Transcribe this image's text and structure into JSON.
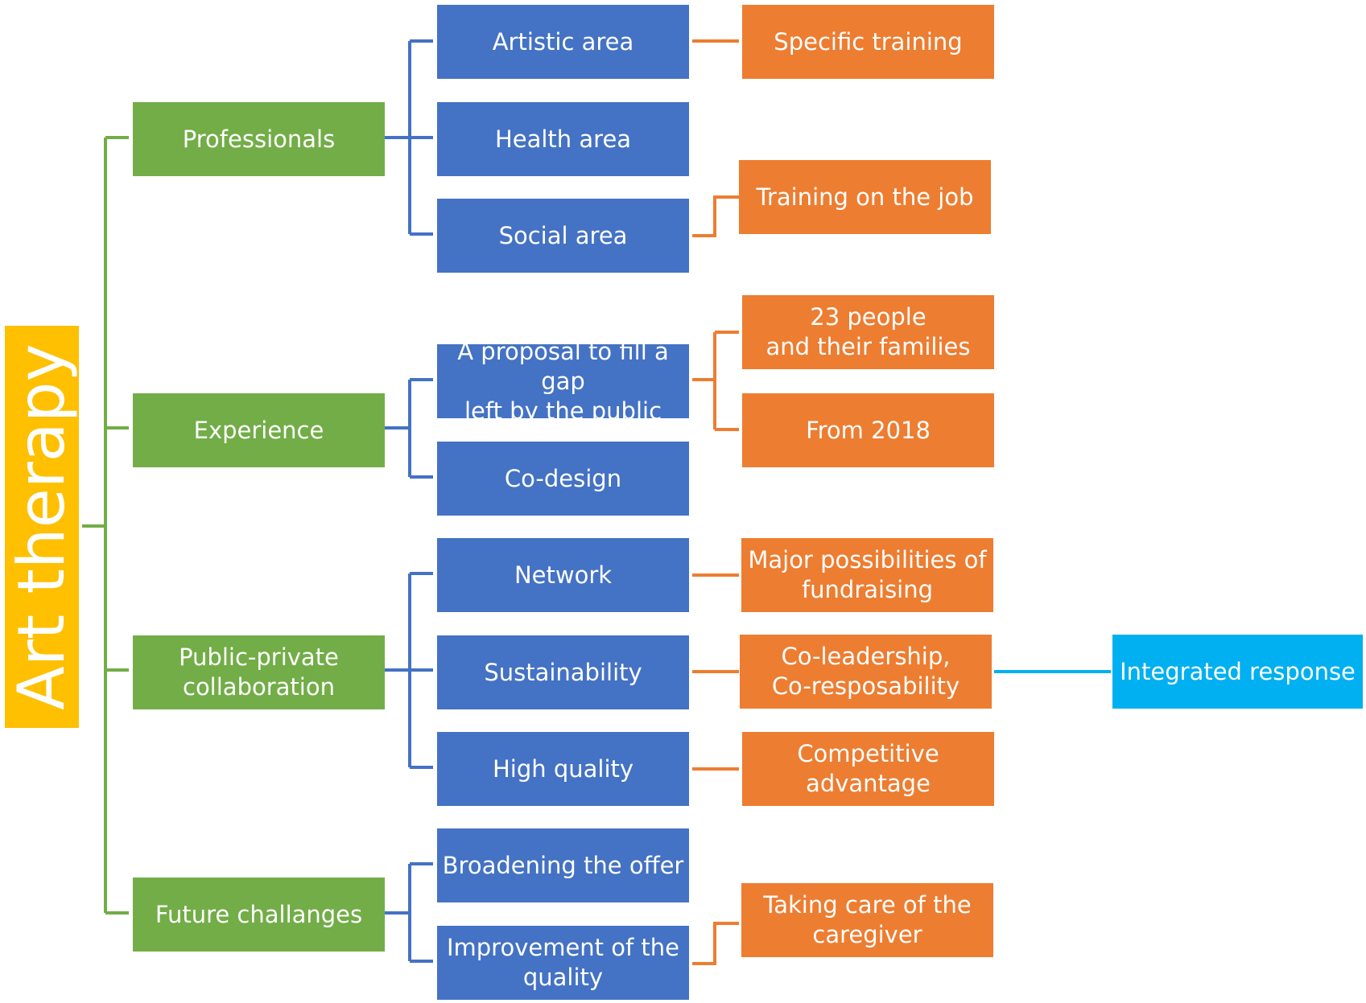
{
  "root": {
    "label": "Art therapy"
  },
  "level1": [
    {
      "label": "Professionals"
    },
    {
      "label": "Experience"
    },
    {
      "label": "Public-private\ncollaboration"
    },
    {
      "label": "Future challanges"
    }
  ],
  "level2": [
    {
      "label": "Artistic area"
    },
    {
      "label": "Health area"
    },
    {
      "label": "Social area"
    },
    {
      "label": "A proposal to fill a gap\nleft by the public"
    },
    {
      "label": "Co-design"
    },
    {
      "label": "Network"
    },
    {
      "label": "Sustainability"
    },
    {
      "label": "High quality"
    },
    {
      "label": "Broadening the offer"
    },
    {
      "label": "Improvement of the\nquality"
    }
  ],
  "level3": [
    {
      "label": "Specific training"
    },
    {
      "label": "Training on the job"
    },
    {
      "label": "23 people\nand their families"
    },
    {
      "label": "From 2018"
    },
    {
      "label": "Major possibilities of\nfundraising"
    },
    {
      "label": "Co-leadership,\nCo-resposability"
    },
    {
      "label": "Competitive\nadvantage"
    },
    {
      "label": "Taking care of the\ncaregiver"
    }
  ],
  "level4": [
    {
      "label": "Integrated response"
    }
  ],
  "colors": {
    "root": "#fec000",
    "level1": "#72ad47",
    "level2": "#4472c4",
    "level3": "#ed7d31",
    "level4": "#00b0f0"
  }
}
